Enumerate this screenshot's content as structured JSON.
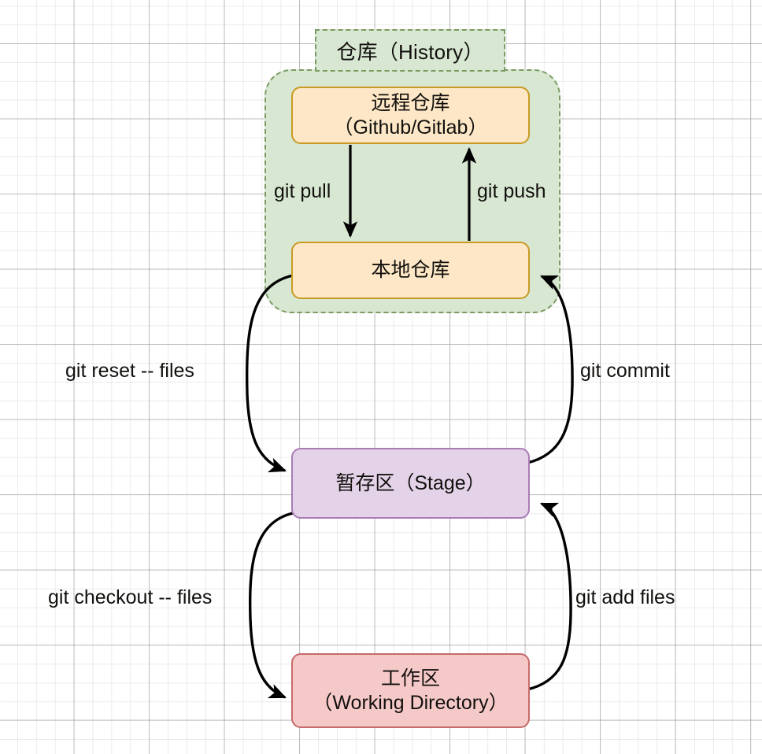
{
  "diagram": {
    "title_group": "仓库（History）",
    "nodes": [
      {
        "id": "remote",
        "lines": [
          "远程仓库",
          "（Github/Gitlab）"
        ],
        "fill": "#fde7c6",
        "stroke": "#c89a23"
      },
      {
        "id": "local",
        "lines": [
          "本地仓库"
        ],
        "fill": "#fde7c6",
        "stroke": "#c89a23"
      },
      {
        "id": "stage",
        "lines": [
          "暂存区（Stage）"
        ],
        "fill": "#e3d2e8",
        "stroke": "#a97bb5"
      },
      {
        "id": "working",
        "lines": [
          "工作区",
          "（Working Directory）"
        ],
        "fill": "#f6c9c9",
        "stroke": "#c66a6a"
      }
    ],
    "edges": [
      {
        "id": "git-pull",
        "label": "git pull",
        "from": "remote",
        "to": "local"
      },
      {
        "id": "git-push",
        "label": "git push",
        "from": "local",
        "to": "remote"
      },
      {
        "id": "git-reset",
        "label": "git reset -- files",
        "from": "local",
        "to": "stage"
      },
      {
        "id": "git-commit",
        "label": "git commit",
        "from": "stage",
        "to": "local"
      },
      {
        "id": "git-checkout",
        "label": "git checkout -- files",
        "from": "stage",
        "to": "working"
      },
      {
        "id": "git-add",
        "label": "git add files",
        "from": "working",
        "to": "stage"
      }
    ],
    "group": {
      "label": "仓库（History）",
      "fill": "#d7e7d2",
      "stroke": "#7a9b63",
      "contains": [
        "remote",
        "local"
      ]
    },
    "colors": {
      "background": "#ffffff",
      "grid_minor": "#e8e8e8",
      "grid_major": "#b4b4b4",
      "arrow": "#000000",
      "text": "#12100d"
    }
  }
}
